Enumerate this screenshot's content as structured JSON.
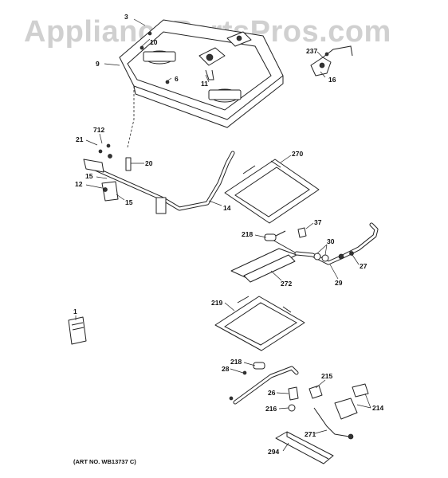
{
  "watermark": "AppliancePartsPros.com",
  "art_number": "(ART NO. WB13737 C)",
  "callouts": {
    "c3": "3",
    "c10": "10",
    "c9": "9",
    "c6": "6",
    "c11": "11",
    "c237": "237",
    "c16": "16",
    "c712": "712",
    "c21": "21",
    "c20": "20",
    "c15a": "15",
    "c12": "12",
    "c15b": "15",
    "c14": "14",
    "c270": "270",
    "c37": "37",
    "c218a": "218",
    "c30": "30",
    "c27": "27",
    "c29": "29",
    "c272": "272",
    "c1": "1",
    "c219": "219",
    "c218b": "218",
    "c28": "28",
    "c26": "26",
    "c215": "215",
    "c216": "216",
    "c214": "214",
    "c271": "271",
    "c294": "294"
  }
}
